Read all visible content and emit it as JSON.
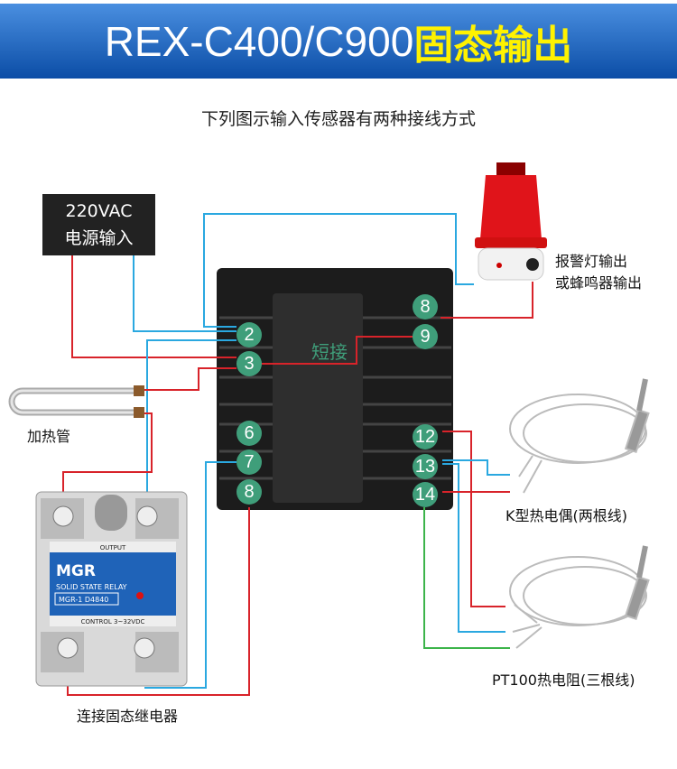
{
  "header": {
    "title_model": "REX-C400/C900",
    "title_type": "固态输出"
  },
  "subtitle": "下列图示输入传感器有两种接线方式",
  "power": {
    "line1": "220VAC",
    "line2": "电源输入"
  },
  "alarm": {
    "line1": "报警灯输出",
    "line2": "或蜂鸣器输出"
  },
  "heater_label": "加热管",
  "ssr": {
    "label": "连接固态继电器",
    "brand": "MGR",
    "type": "SOLID STATE RELAY",
    "model": "MGR-1  D4840",
    "output": "OUTPUT",
    "control": "CONTROL 3~32VDC"
  },
  "short_label": "短接",
  "thermocouple_label": "K型热电偶(两根线)",
  "pt100_label": "PT100热电阻(三根线)",
  "terminals_left": [
    "2",
    "3",
    "6",
    "7",
    "8"
  ],
  "terminals_right": [
    "8",
    "9",
    "12",
    "13",
    "14"
  ],
  "colors": {
    "terminal": "#3f9e7a",
    "red_wire": "#d8232a",
    "cyan_wire": "#2aa8e0",
    "green_wire": "#3cb44a"
  }
}
